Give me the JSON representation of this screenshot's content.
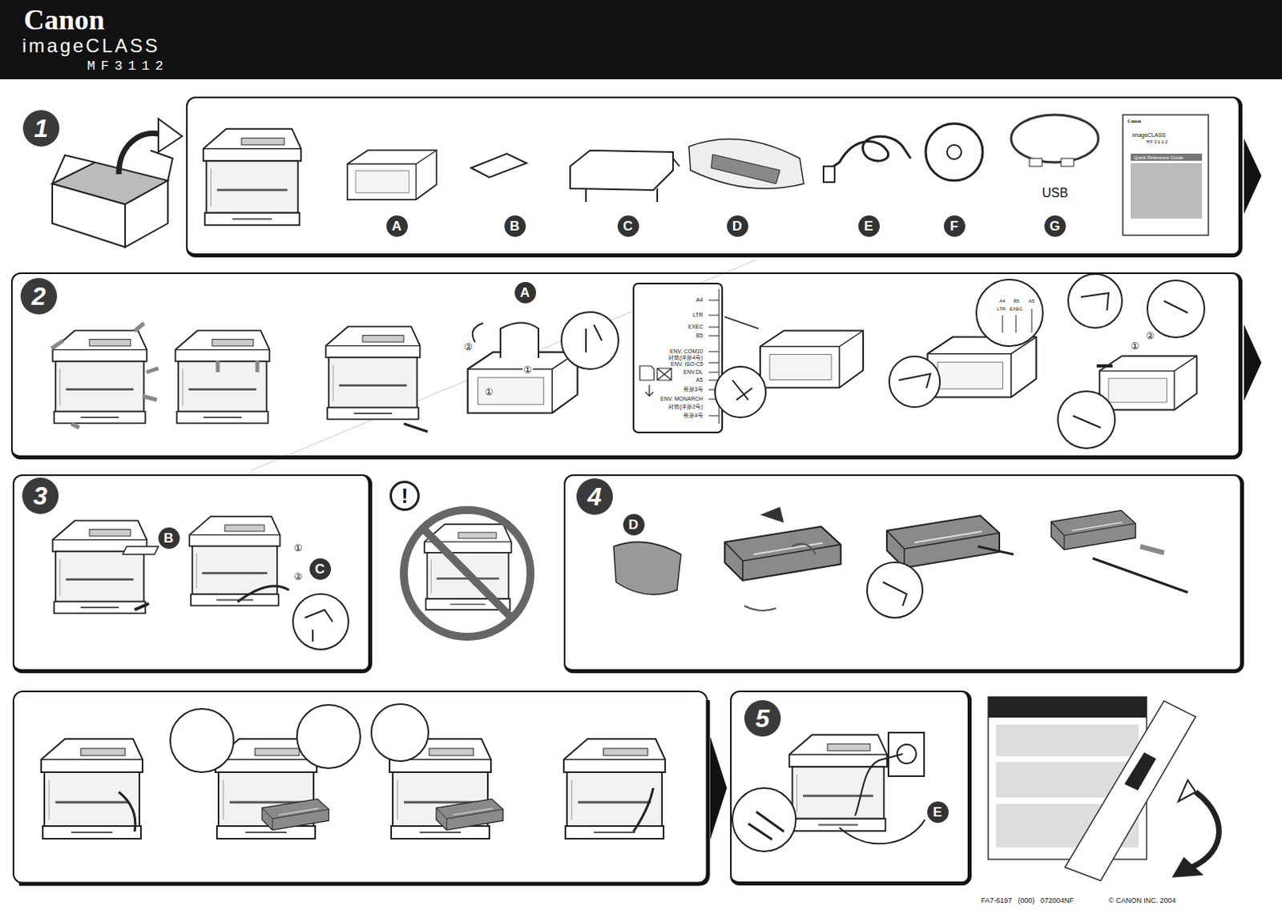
{
  "diagram": {
    "nodes": [
      {
        "text": [
          "1"
        ]
      },
      {
        "text": [
          "A"
        ],
        "in": 0
      },
      {
        "text": [
          "B"
        ],
        "in": 0
      },
      {
        "text": [
          "C"
        ],
        "in": 0
      },
      {
        "text": [
          "D"
        ],
        "in": 0
      },
      {
        "text": [
          "E"
        ],
        "in": 0
      },
      {
        "text": [
          "F"
        ],
        "in": 0
      },
      {
        "text": [
          "G"
        ],
        "in": 0
      },
      {
        "text": [
          "2"
        ]
      },
      {
        "text": [
          "A"
        ],
        "in": 8
      },
      {
        "text": [
          "3"
        ]
      },
      {
        "text": [
          "B"
        ],
        "in": 10
      },
      {
        "text": [
          "C"
        ],
        "in": 10
      },
      {
        "text": [
          "!"
        ]
      },
      {
        "text": [
          "4"
        ]
      },
      {
        "text": [
          "D"
        ],
        "in": 14
      },
      {
        "text": [
          "5"
        ]
      },
      {
        "text": [
          "E"
        ],
        "in": 16
      }
    ],
    "labels": [
      "Canon",
      "imageCLASS",
      "MF3112",
      "USB",
      "Canon",
      "imageCLASS",
      "MF3112",
      "Quick Reference Guide",
      "A4",
      "LTR",
      "EXEC",
      "B5",
      "ENV. COM10",
      "封筒(洋形4号)",
      "ENV. ISO-C5",
      "ENV.DL",
      "A5",
      "長形3号",
      "ENV. MONARCH",
      "封筒(洋形2号)",
      "長形4号",
      "A4",
      "B5",
      "A5",
      "LTR",
      "EXEC",
      "②",
      "①",
      "①",
      "①",
      "②",
      "①",
      "②",
      "FA7-6197   (000)   072004NF",
      "© CANON INC. 2004"
    ]
  }
}
